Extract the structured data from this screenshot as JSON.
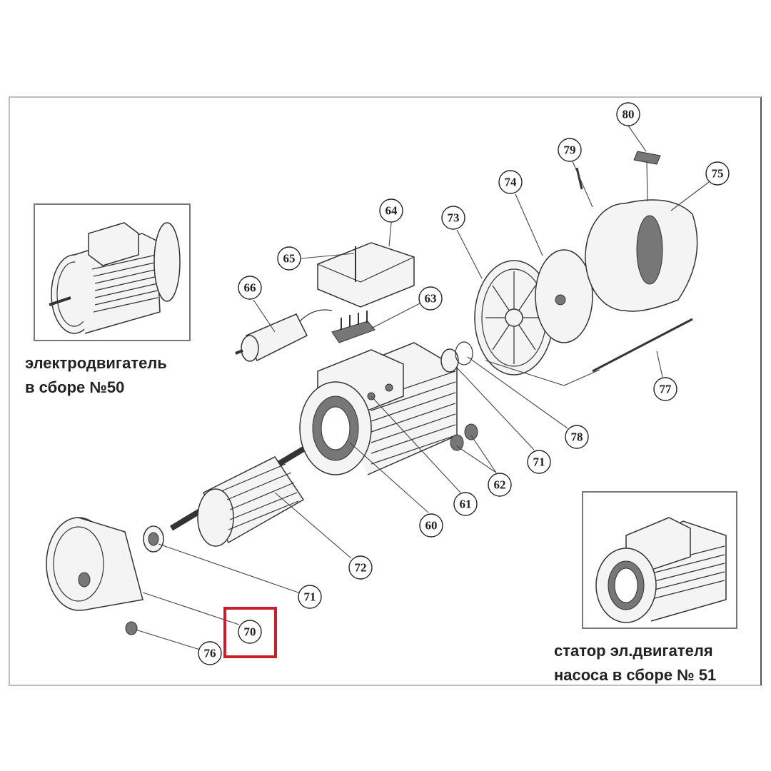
{
  "diagram": {
    "captions": {
      "left_line1": "электродвигатель",
      "left_line2": "в сборе №50",
      "right_line1": "статор эл.двигателя",
      "right_line2": "насоса в сборе № 51"
    },
    "callouts": {
      "c80": "80",
      "c79": "79",
      "c75": "75",
      "c74": "74",
      "c73": "73",
      "c64": "64",
      "c65": "65",
      "c66": "66",
      "c63": "63",
      "c77": "77",
      "c78": "78",
      "c71a": "71",
      "c62": "62",
      "c61": "61",
      "c60": "60",
      "c72": "72",
      "c71b": "71",
      "c70": "70",
      "c76": "76"
    },
    "highlighted_part": "70",
    "highlight_color": "#c8202a"
  }
}
